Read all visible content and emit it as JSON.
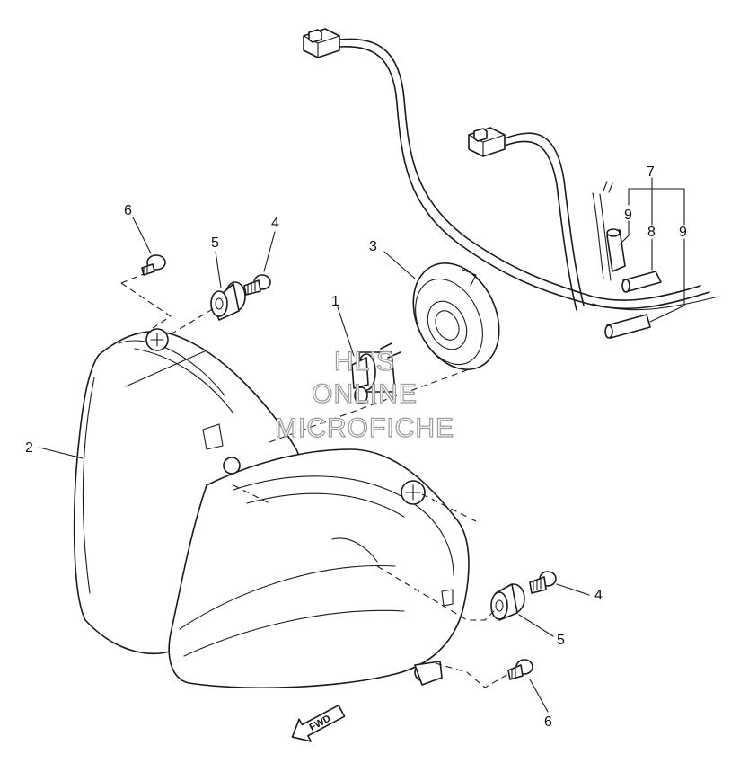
{
  "watermark": {
    "line1": "HL'S",
    "line2": "ONLINE",
    "line3": "MICROFICHE"
  },
  "fwd_arrow": {
    "label": "FWD"
  },
  "callouts": {
    "bulb": "1",
    "headlight_assy": "2",
    "bulb_cover": "3",
    "screw_upper": "4",
    "grommet_upper": "5",
    "bolt_upper": "6",
    "lead_assy": "7",
    "socket_lead": "8",
    "terminal_a": "9",
    "terminal_b": "9",
    "screw_lower": "4",
    "grommet_lower": "5",
    "bolt_lower": "6"
  }
}
